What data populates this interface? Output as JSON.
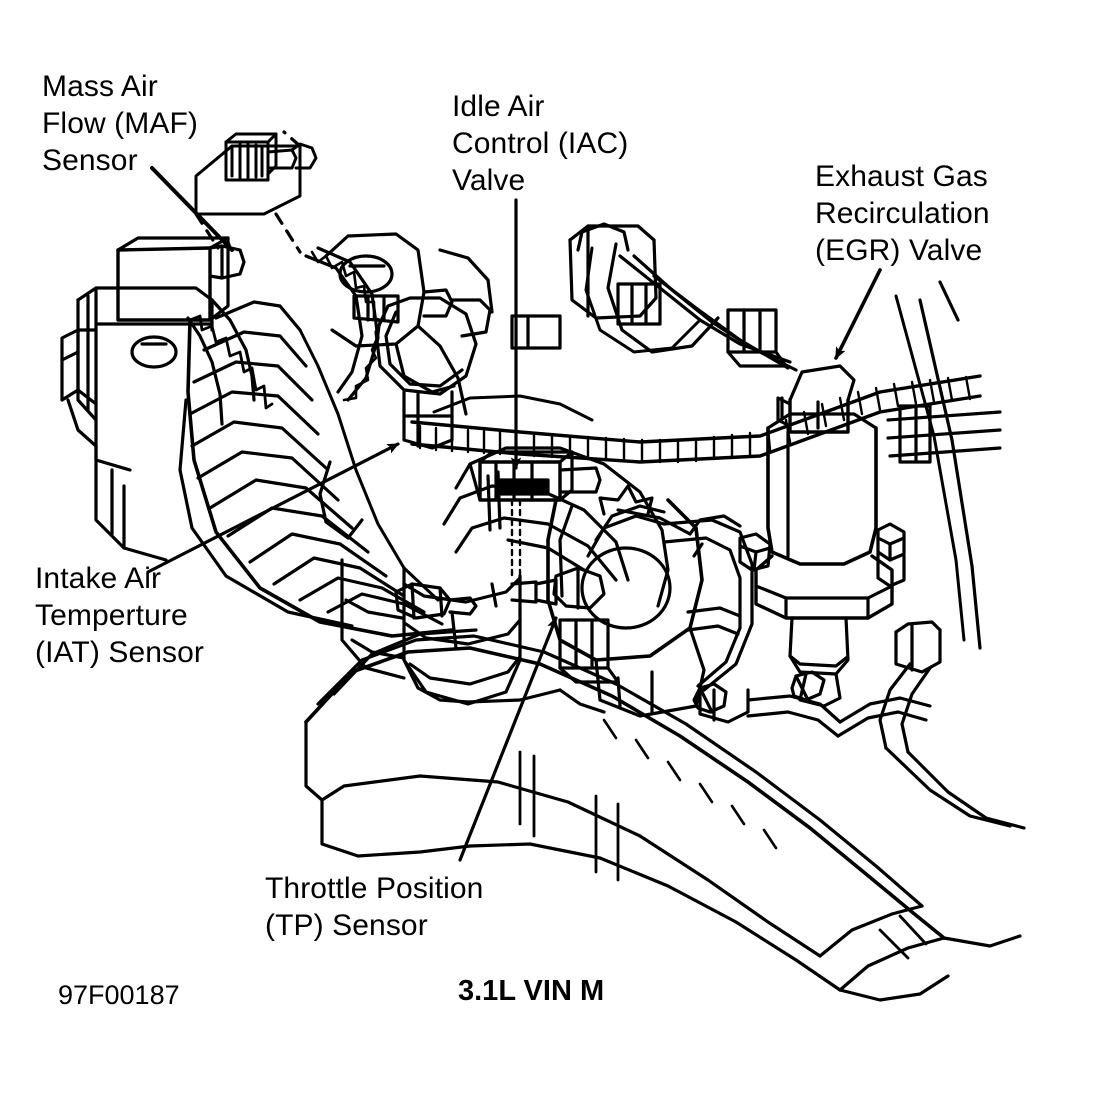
{
  "figure": {
    "title": "Engine component location diagram",
    "caption": "3.1L VIN M",
    "figure_code": "97F00187",
    "line_color": "#000000",
    "background_color": "#ffffff"
  },
  "labels": [
    {
      "id": "maf",
      "name": "mass-air-flow-sensor-label",
      "lines": [
        "Mass Air",
        "Flow (MAF)",
        "Sensor"
      ],
      "text": "Mass Air\nFlow (MAF)\nSensor"
    },
    {
      "id": "iac",
      "name": "idle-air-control-valve-label",
      "lines": [
        "Idle Air",
        "Control (IAC)",
        "Valve"
      ],
      "text": "Idle Air\nControl (IAC)\nValve"
    },
    {
      "id": "egr",
      "name": "egr-valve-label",
      "lines": [
        "Exhaust Gas",
        "Recirculation",
        "(EGR) Valve"
      ],
      "text": "Exhaust Gas\nRecirculation\n(EGR) Valve"
    },
    {
      "id": "iat",
      "name": "intake-air-temperature-sensor-label",
      "lines": [
        "Intake Air",
        "Temperture",
        "(IAT) Sensor"
      ],
      "text": "Intake Air\nTemperture\n(IAT) Sensor"
    },
    {
      "id": "tp",
      "name": "throttle-position-sensor-label",
      "lines": [
        "Throttle Position",
        "(TP) Sensor"
      ],
      "text": "Throttle Position\n(TP) Sensor"
    }
  ],
  "parts": [
    {
      "name": "mass-air-flow-sensor",
      "description": "Box shaped sensor body with connector, mounted on air cleaner outlet"
    },
    {
      "name": "air-intake-duct",
      "description": "Corrugated flexible air duct running from air cleaner to throttle body"
    },
    {
      "name": "intake-air-temperature-sensor",
      "description": "Sensor threaded into the air intake duct"
    },
    {
      "name": "idle-air-control-valve",
      "description": "Valve mounted on the throttle body"
    },
    {
      "name": "throttle-body",
      "description": "Throttle body assembly with coolant and vacuum hoses"
    },
    {
      "name": "throttle-position-sensor",
      "description": "Sensor on side of throttle body"
    },
    {
      "name": "egr-valve",
      "description": "Cylindrical exhaust gas recirculation valve with flange and bolts"
    },
    {
      "name": "wiring-harness",
      "description": "Convoluted conduit wiring harness across the engine"
    },
    {
      "name": "intake-manifold",
      "description": "Lower intake manifold / engine cover"
    }
  ]
}
